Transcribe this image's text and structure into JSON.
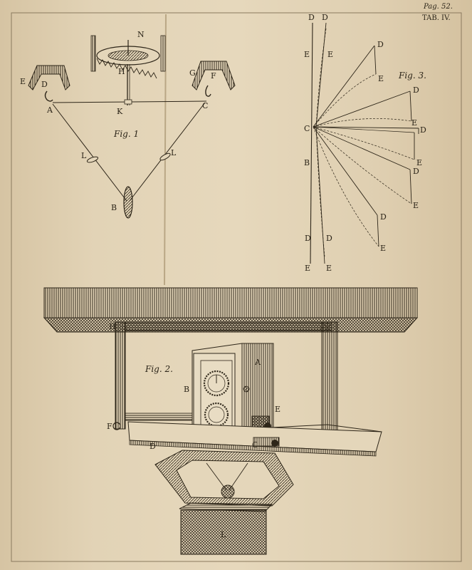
{
  "header": {
    "page_ref": "Pag. 52.",
    "plate_no": "TAB. IV."
  },
  "fig1": {
    "caption": "Fig. 1",
    "labels": {
      "n": "N",
      "h": "H",
      "e": "E",
      "d": "D",
      "g": "G",
      "f": "F",
      "a": "A",
      "k": "K",
      "c": "C",
      "l_left": "L",
      "l_right": "L",
      "b": "B"
    }
  },
  "fig2": {
    "caption": "Fig. 2.",
    "labels": {
      "h": "H",
      "a": "A",
      "b": "B",
      "e": "E",
      "f": "F",
      "d": "D",
      "c": "C",
      "l": "L"
    }
  },
  "fig3": {
    "caption": "Fig. 3.",
    "labels": {
      "d_top1": "D",
      "d_top2": "D",
      "e_top1": "E",
      "e_top2": "E",
      "c": "C",
      "b": "B",
      "d1": "D",
      "e1": "E",
      "d2": "D",
      "e2": "E",
      "d3": "D",
      "e3": "E",
      "d4": "D",
      "e4": "E",
      "d5": "D",
      "e5": "E",
      "d_bot1": "D",
      "d_bot2": "D",
      "e_bot1": "E",
      "e_bot2": "E"
    }
  },
  "colors": {
    "paper": "#e2d3b6",
    "ink": "#2e2619"
  }
}
